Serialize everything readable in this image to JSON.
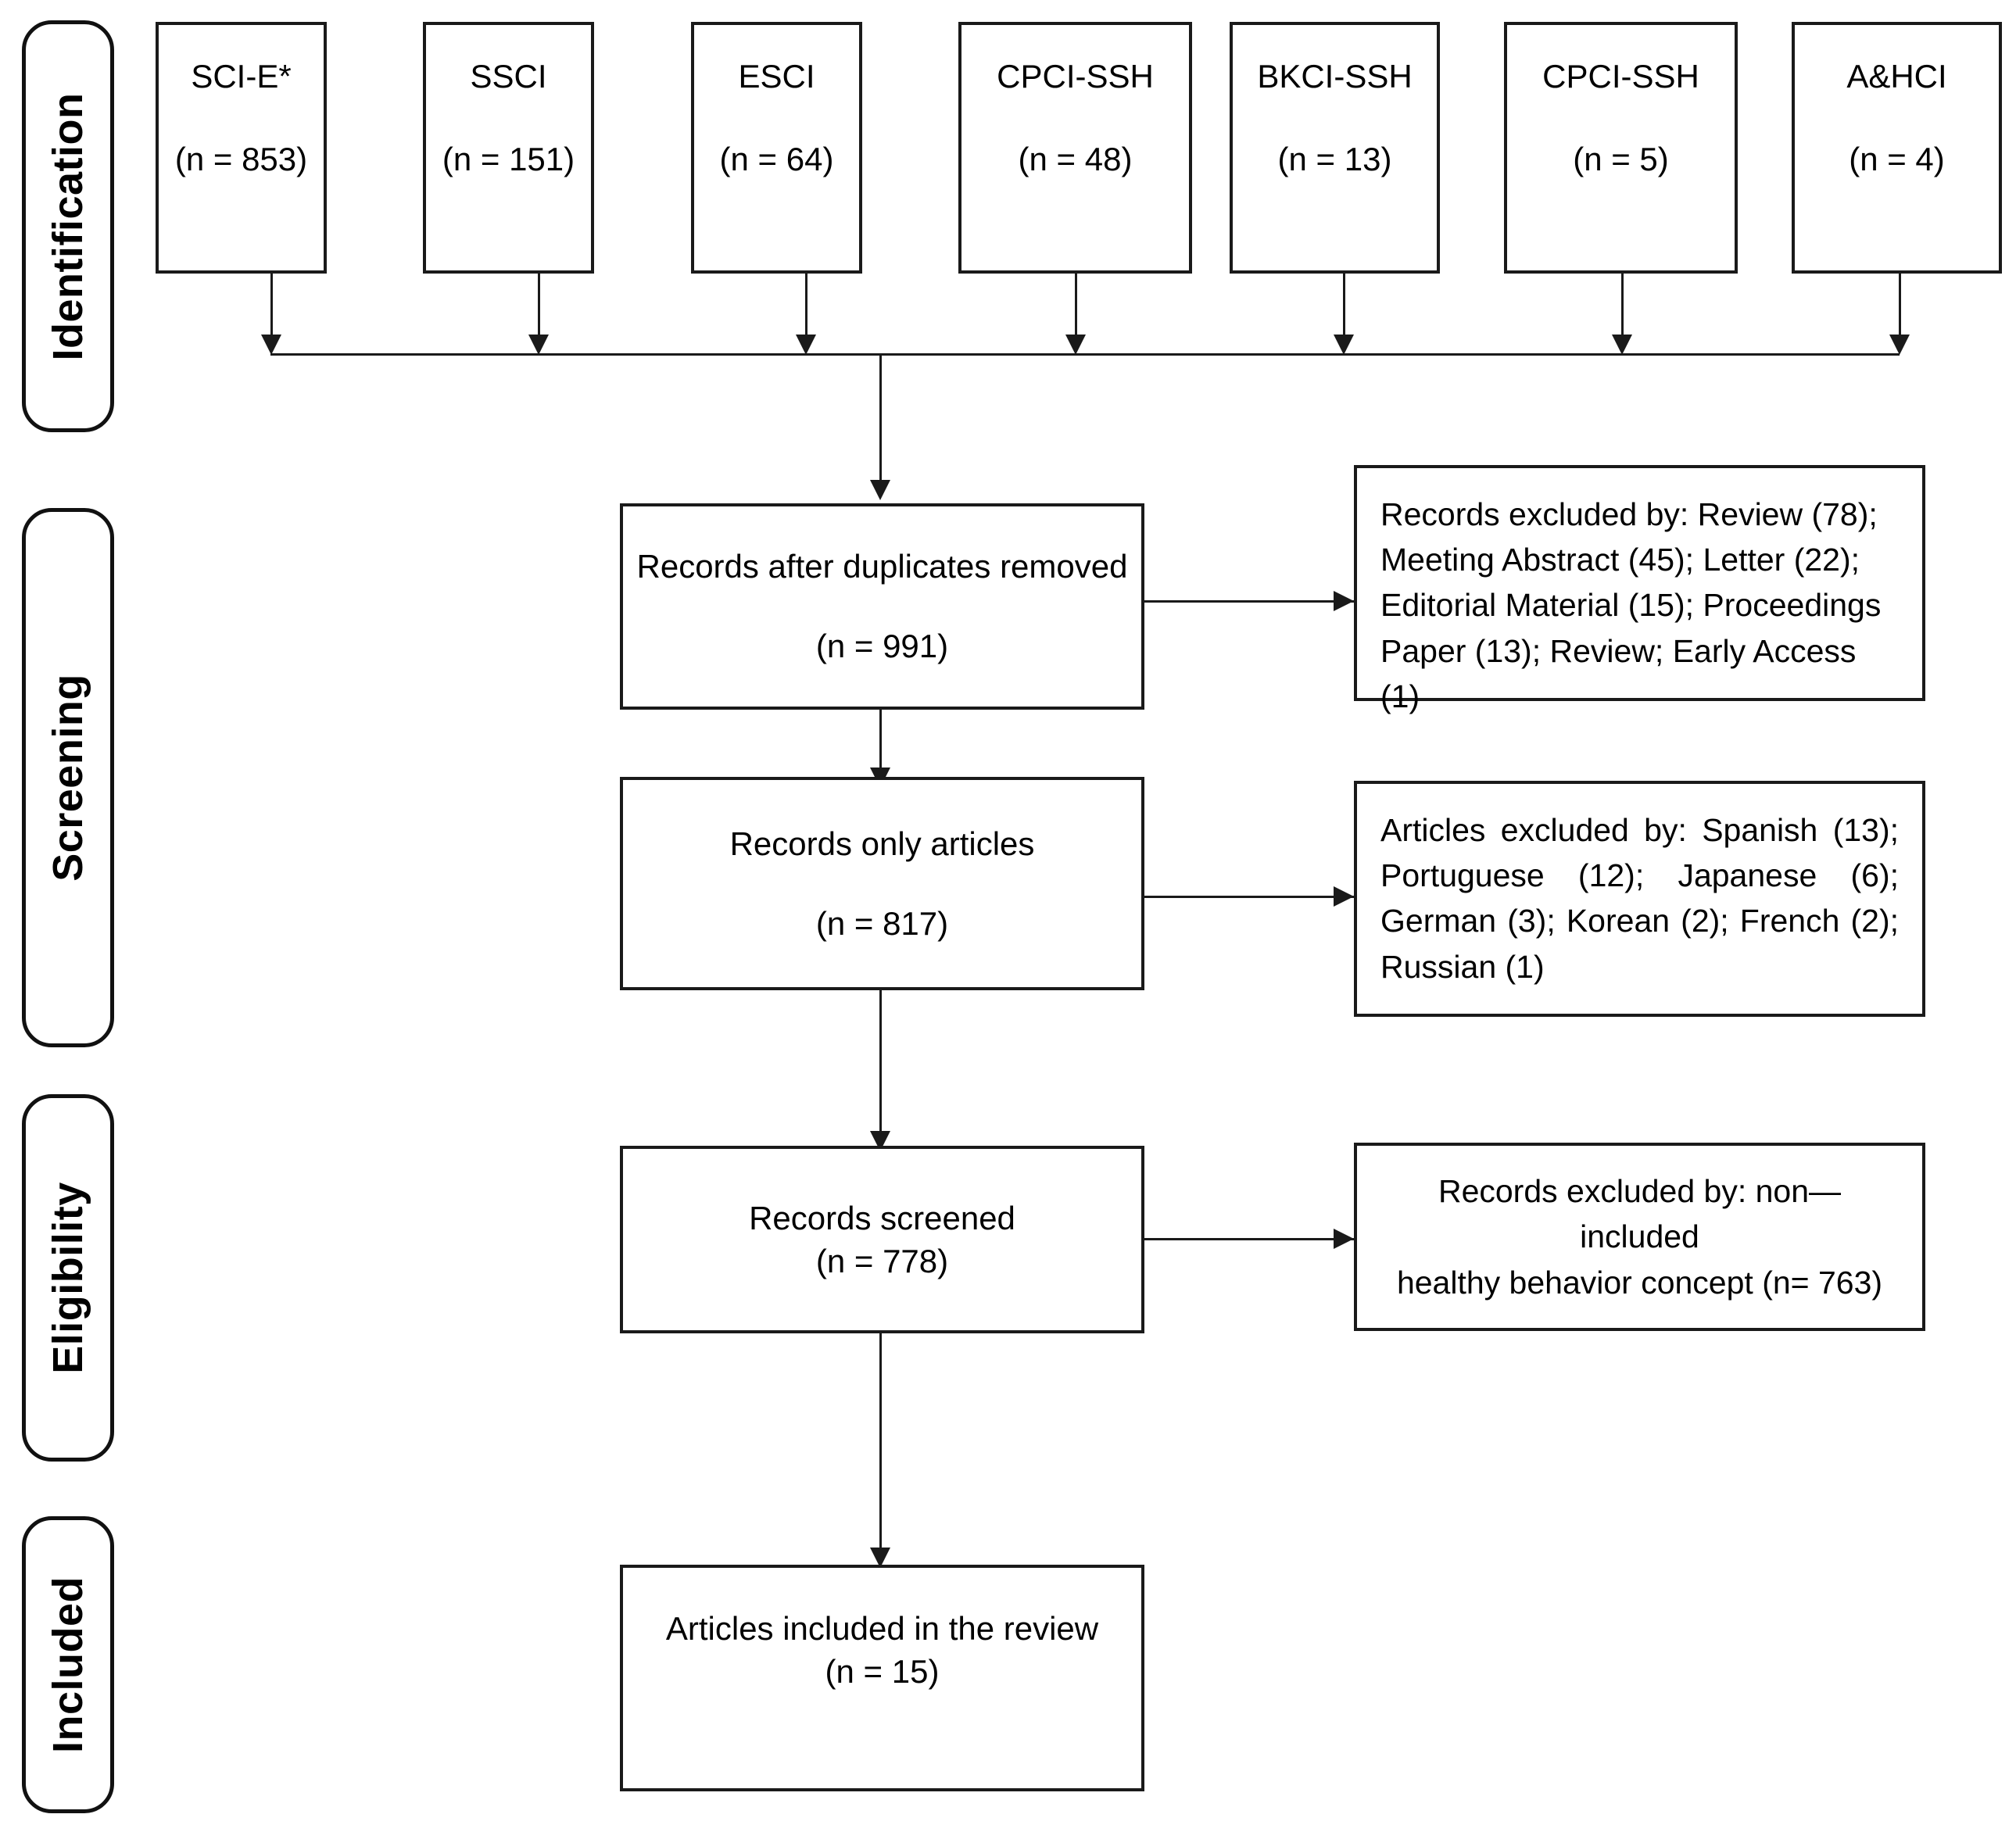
{
  "diagram": {
    "type": "prisma-flow-diagram",
    "stages": [
      {
        "id": "identification",
        "label": "Identification"
      },
      {
        "id": "screening",
        "label": "Screening"
      },
      {
        "id": "eligibility",
        "label": "Eligibility"
      },
      {
        "id": "included",
        "label": "Included"
      }
    ],
    "sources": [
      {
        "name": "SCI-E*",
        "count": "(n = 853)"
      },
      {
        "name": "SSCI",
        "count": "(n = 151)"
      },
      {
        "name": "ESCI",
        "count": "(n = 64)"
      },
      {
        "name": "CPCI-SSH",
        "count": "(n = 48)"
      },
      {
        "name": "BKCI-SSH",
        "count": "(n = 13)"
      },
      {
        "name": "CPCI-SSH",
        "count": "(n = 5)"
      },
      {
        "name": "A&HCI",
        "count": "(n = 4)"
      }
    ],
    "flow": [
      {
        "id": "duplicates-removed",
        "label": "Records after duplicates removed",
        "count": "(n = 991)"
      },
      {
        "id": "only-articles",
        "label": "Records only articles",
        "count": "(n = 817)"
      },
      {
        "id": "records-screened",
        "label": "Records screened",
        "count": "(n = 778)"
      },
      {
        "id": "articles-included",
        "label": "Articles included in the review",
        "count": "(n =  15)"
      }
    ],
    "exclusions": [
      {
        "id": "excluded-by-type",
        "text": "Records excluded by: Review (78); Meeting Abstract (45); Letter (22); Editorial Material (15); Proceedings Paper (13); Review; Early Access (1)"
      },
      {
        "id": "excluded-by-language",
        "text": "Articles excluded by: Spanish (13); Portuguese (12); Japanese (6); German (3); Korean (2); French (2); Russian (1)"
      },
      {
        "id": "excluded-by-concept",
        "line_1": "Records excluded by: non—included",
        "line_2": "healthy behavior concept (n= 763)"
      }
    ],
    "colors": {
      "line": "#1a1a1a",
      "text": "#000000",
      "background": "#ffffff"
    }
  }
}
